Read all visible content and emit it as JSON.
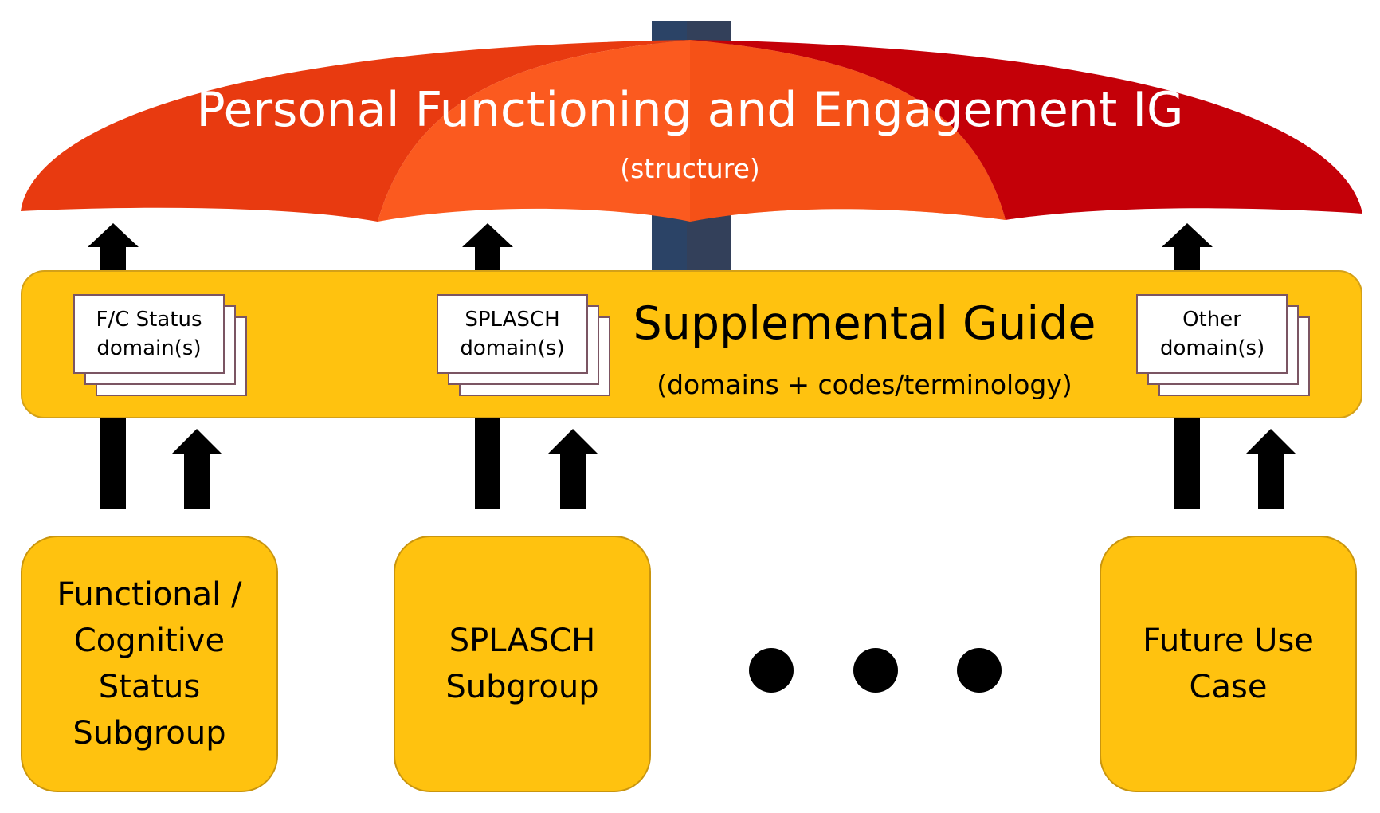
{
  "umbrella": {
    "title": "Personal Functioning and Engagement IG",
    "subtitle": "(structure)"
  },
  "supplemental_guide": {
    "title": "Supplemental Guide",
    "subtitle": "(domains + codes/terminology)"
  },
  "domain_stacks": [
    {
      "label": "F/C Status domain(s)"
    },
    {
      "label": "SPLASCH domain(s)"
    },
    {
      "label": "Other domain(s)"
    }
  ],
  "subgroups": [
    {
      "label": "Functional / Cognitive Status Subgroup"
    },
    {
      "label": "SPLASCH Subgroup"
    },
    {
      "label": "Future Use Case"
    }
  ],
  "colors": {
    "umbrella_left": "#e83a10",
    "umbrella_middle": "#fb5a1f",
    "umbrella_right": "#c40008",
    "pole": "#2b4366",
    "guide_fill": "#ffc20f",
    "doc_border": "#7b5563",
    "arrow": "#000000"
  }
}
